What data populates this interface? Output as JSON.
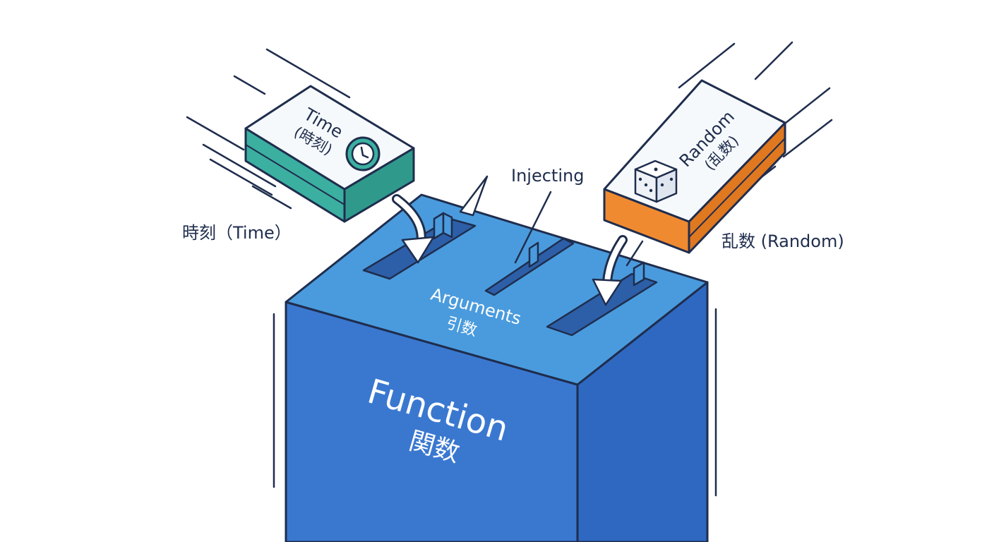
{
  "function_block": {
    "title": "Function",
    "subtitle": "関数"
  },
  "slot_label": {
    "title": "Arguments",
    "subtitle": "引数"
  },
  "inject_label": "Injecting",
  "time_card": {
    "line1": "Time",
    "line2": "(時刻)",
    "icon": "clock-icon"
  },
  "random_card": {
    "line1": "Random",
    "line2": "(乱数)",
    "icon": "dice-icon"
  },
  "time_caption": "時刻（Time）",
  "random_caption": "乱数 (Random)",
  "colors": {
    "outline": "#1f2d4d",
    "box_front": "#3a78d0",
    "box_side": "#2f68c0",
    "box_top": "#4a9bdd",
    "slot": "#2d5fa8",
    "time_accent": "#3bb0a0",
    "random_accent": "#f08a30",
    "card_top": "#f6f9fc"
  }
}
